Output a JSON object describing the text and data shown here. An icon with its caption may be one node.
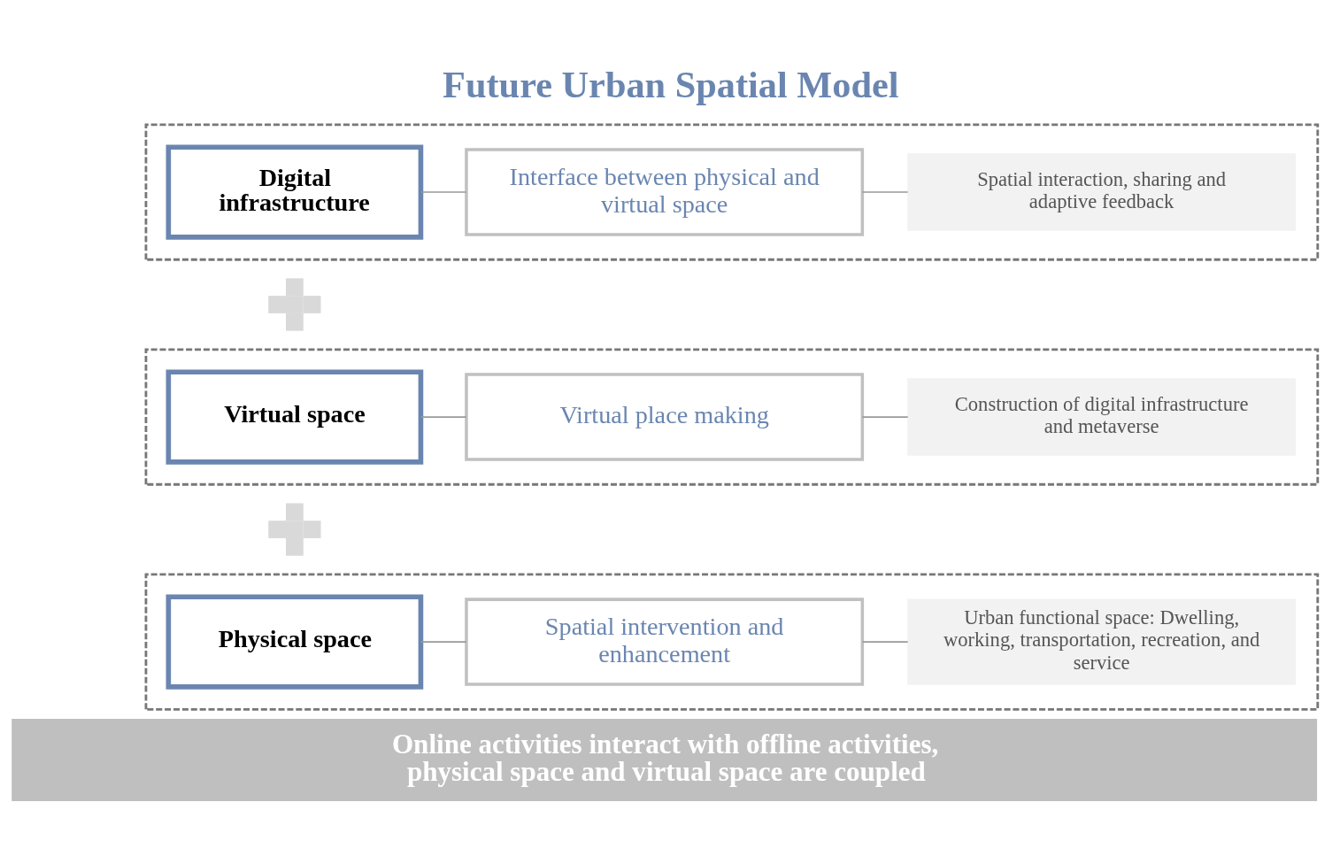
{
  "diagram": {
    "title": "Future Urban Spatial Model",
    "nodes": [
      {
        "text": [],
        "shape": "box"
      },
      {
        "text": [
          "Digital infrastructure"
        ],
        "in": 0
      },
      {
        "text": [
          "Interface between physical and virtual space"
        ],
        "in": 0
      },
      {
        "text": [
          "Spatial interaction, sharing and adaptive feedback"
        ],
        "in": 0
      },
      {
        "text": [],
        "shape": "plus"
      },
      {
        "text": [],
        "shape": "box"
      },
      {
        "text": [
          "Virtual space"
        ],
        "in": 5
      },
      {
        "text": [
          "Virtual place making"
        ],
        "in": 5
      },
      {
        "text": [
          "Construction of digital infrastructure and metaverse"
        ],
        "in": 5
      },
      {
        "text": [],
        "shape": "plus"
      },
      {
        "text": [],
        "shape": "box"
      },
      {
        "text": [
          "Physical space"
        ],
        "in": 10
      },
      {
        "text": [
          "Spatial intervention and enhancement"
        ],
        "in": 10
      },
      {
        "text": [
          "Urban functional space: Dwelling, working, transportation, recreation, and service"
        ],
        "in": 10
      },
      {
        "text": [
          "Online activities interact with offline activities, physical space and virtual space are coupled"
        ]
      }
    ],
    "edges": [
      {
        "from": 1,
        "to": 2,
        "arrow": "none"
      },
      {
        "from": 2,
        "to": 3,
        "arrow": "none"
      },
      {
        "from": 6,
        "to": 7,
        "arrow": "none"
      },
      {
        "from": 7,
        "to": 8,
        "arrow": "none"
      },
      {
        "from": 11,
        "to": 12,
        "arrow": "none"
      },
      {
        "from": 12,
        "to": 13,
        "arrow": "none"
      }
    ]
  }
}
